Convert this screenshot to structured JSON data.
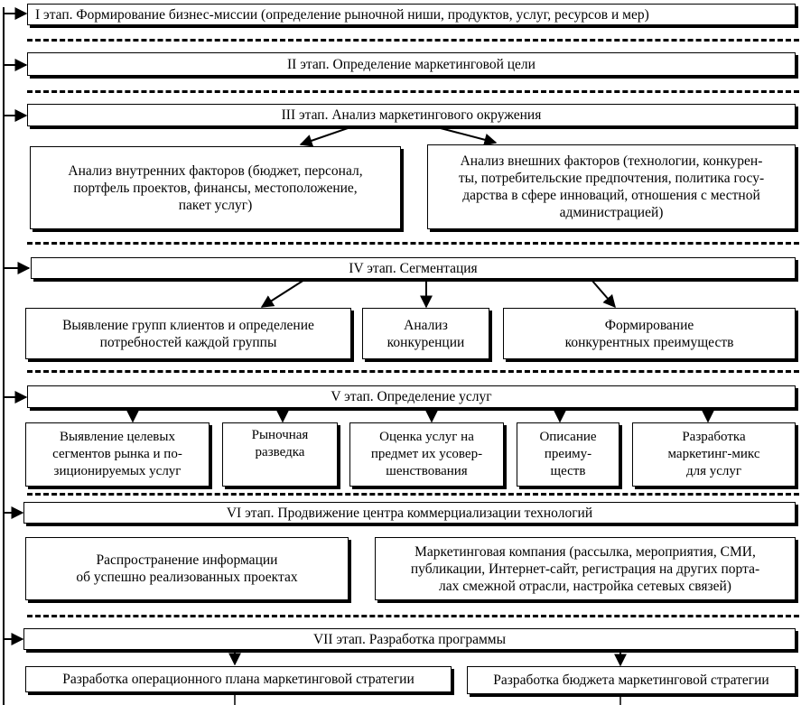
{
  "stages": [
    {
      "label": "I этап. Формирование бизнес-миссии (определение рыночной ниши, продуктов, услуг, ресурсов и мер)"
    },
    {
      "label": "II этап. Определение маркетинговой цели"
    },
    {
      "label": "III этап. Анализ маркетингового окружения"
    },
    {
      "label": "IV этап. Сегментация"
    },
    {
      "label": "V этап. Определение услуг"
    },
    {
      "label": "VI этап. Продвижение центра коммерциализации технологий"
    },
    {
      "label": "VII этап. Разработка программы"
    }
  ],
  "stage3_children": [
    {
      "label": "Анализ внутренних факторов (бюджет, персонал,\nпортфель проектов, финансы, местоположение,\nпакет услуг)"
    },
    {
      "label": "Анализ внешних факторов (технологии, конкурен-\nты, потребительские предпочтения, политика госу-\nдарства в сфере инноваций, отношения с местной\nадминистрацией)"
    }
  ],
  "stage4_children": [
    {
      "label": "Выявление  групп клиентов и определение\nпотребностей каждой группы"
    },
    {
      "label": "Анализ\nконкуренции"
    },
    {
      "label": "Формирование\nконкурентных преимуществ"
    }
  ],
  "stage5_children": [
    {
      "label": "Выявление целевых\nсегментов рынка и по-\nзиционируемых услуг"
    },
    {
      "label": "Рыночная\nразведка"
    },
    {
      "label": "Оценка услуг на\nпредмет их усовер-\nшенствования"
    },
    {
      "label": "Описание\nпреиму-\nществ"
    },
    {
      "label": "Разработка\nмаркетинг-микс\nдля услуг"
    }
  ],
  "stage6_children": [
    {
      "label": "Распространение информации\nоб успешно реализованных  проектах"
    },
    {
      "label": "Маркетинговая компания (рассылка, мероприятия, СМИ,\nпубликации, Интернет-сайт, регистрация на других порта-\nлах смежной отрасли, настройка сетевых связей)"
    }
  ],
  "stage7_children": [
    {
      "label": "Разработка операционного плана маркетинговой стратегии"
    },
    {
      "label": "Разработка бюджета маркетинговой стратегии"
    }
  ],
  "colors": {
    "line": "#000000",
    "background": "#ffffff"
  }
}
